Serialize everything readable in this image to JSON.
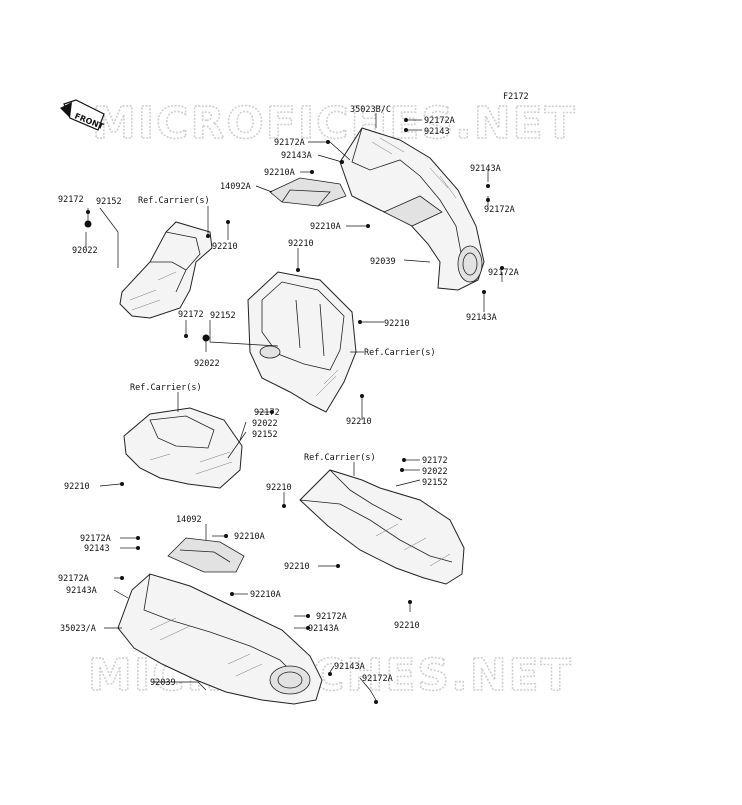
{
  "diagram": {
    "figure_code": "F2172",
    "watermark": "MICROFICHES.NET",
    "front_label": "FRONT",
    "labels": [
      {
        "id": "l01",
        "text": "35023B/C"
      },
      {
        "id": "l02",
        "text": "92172A"
      },
      {
        "id": "l03",
        "text": "92143"
      },
      {
        "id": "l04",
        "text": "92172A"
      },
      {
        "id": "l05",
        "text": "92143A"
      },
      {
        "id": "l06",
        "text": "92210A"
      },
      {
        "id": "l07",
        "text": "14092A"
      },
      {
        "id": "l08",
        "text": "92143A"
      },
      {
        "id": "l09",
        "text": "92172A"
      },
      {
        "id": "l10",
        "text": "92172"
      },
      {
        "id": "l11",
        "text": "92152"
      },
      {
        "id": "l12",
        "text": "Ref.Carrier(s)"
      },
      {
        "id": "l13",
        "text": "92210"
      },
      {
        "id": "l14",
        "text": "92022"
      },
      {
        "id": "l15",
        "text": "92210A"
      },
      {
        "id": "l16",
        "text": "92210"
      },
      {
        "id": "l17",
        "text": "92039"
      },
      {
        "id": "l18",
        "text": "92172A"
      },
      {
        "id": "l19",
        "text": "92143A"
      },
      {
        "id": "l20",
        "text": "92172"
      },
      {
        "id": "l21",
        "text": "92152"
      },
      {
        "id": "l22",
        "text": "92210"
      },
      {
        "id": "l23",
        "text": "92022"
      },
      {
        "id": "l24",
        "text": "Ref.Carrier(s)"
      },
      {
        "id": "l25",
        "text": "Ref.Carrier(s)"
      },
      {
        "id": "l26",
        "text": "92210"
      },
      {
        "id": "l27",
        "text": "92172"
      },
      {
        "id": "l28",
        "text": "92022"
      },
      {
        "id": "l29",
        "text": "92152"
      },
      {
        "id": "l30",
        "text": "Ref.Carrier(s)"
      },
      {
        "id": "l31",
        "text": "92172"
      },
      {
        "id": "l32",
        "text": "92022"
      },
      {
        "id": "l33",
        "text": "92152"
      },
      {
        "id": "l34",
        "text": "92210"
      },
      {
        "id": "l35",
        "text": "92210"
      },
      {
        "id": "l36",
        "text": "14092"
      },
      {
        "id": "l37",
        "text": "92210A"
      },
      {
        "id": "l38",
        "text": "92172A"
      },
      {
        "id": "l39",
        "text": "92143"
      },
      {
        "id": "l40",
        "text": "92210"
      },
      {
        "id": "l41",
        "text": "92172A"
      },
      {
        "id": "l42",
        "text": "92143A"
      },
      {
        "id": "l43",
        "text": "92210A"
      },
      {
        "id": "l44",
        "text": "92210"
      },
      {
        "id": "l45",
        "text": "92172A"
      },
      {
        "id": "l46",
        "text": "35023/A"
      },
      {
        "id": "l47",
        "text": "92143A"
      },
      {
        "id": "l48",
        "text": "92143A"
      },
      {
        "id": "l49",
        "text": "92039"
      },
      {
        "id": "l50",
        "text": "92172A"
      }
    ]
  }
}
